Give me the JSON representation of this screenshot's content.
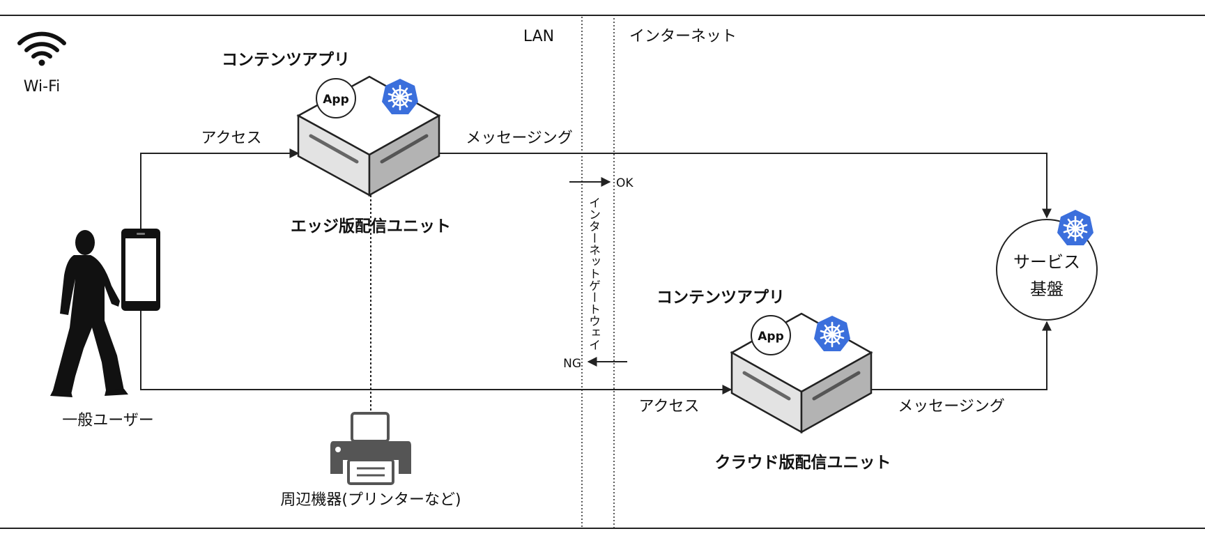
{
  "wifi": {
    "label": "Wi-Fi",
    "icon": "wifi-icon"
  },
  "zones": {
    "lan": "LAN",
    "internet": "インターネット"
  },
  "edge": {
    "app_title": "コンテンツアプリ",
    "unit_title": "エッジ版配信ユニット",
    "app_badge": "App"
  },
  "cloud": {
    "app_title": "コンテンツアプリ",
    "unit_title": "クラウド版配信ユニット",
    "app_badge": "App"
  },
  "flows": {
    "edge_access": "アクセス",
    "edge_messaging": "メッセージング",
    "cloud_access": "アクセス",
    "cloud_messaging": "メッセージング"
  },
  "gateway": {
    "label": "インターネットゲートウェイ",
    "ok": "OK",
    "ng": "NG"
  },
  "user": {
    "label": "一般ユーザー"
  },
  "printer": {
    "label": "周辺機器(プリンターなど)"
  },
  "service": {
    "line1": "サービス",
    "line2": "基盤"
  },
  "colors": {
    "kubernetes": "#3b6fdc",
    "stroke": "#222222",
    "box_top": "#ffffff",
    "box_left": "#e3e3e3",
    "box_right": "#b3b3b3",
    "slot": "#666666",
    "silhouette": "#111111",
    "printer": "#555555"
  }
}
